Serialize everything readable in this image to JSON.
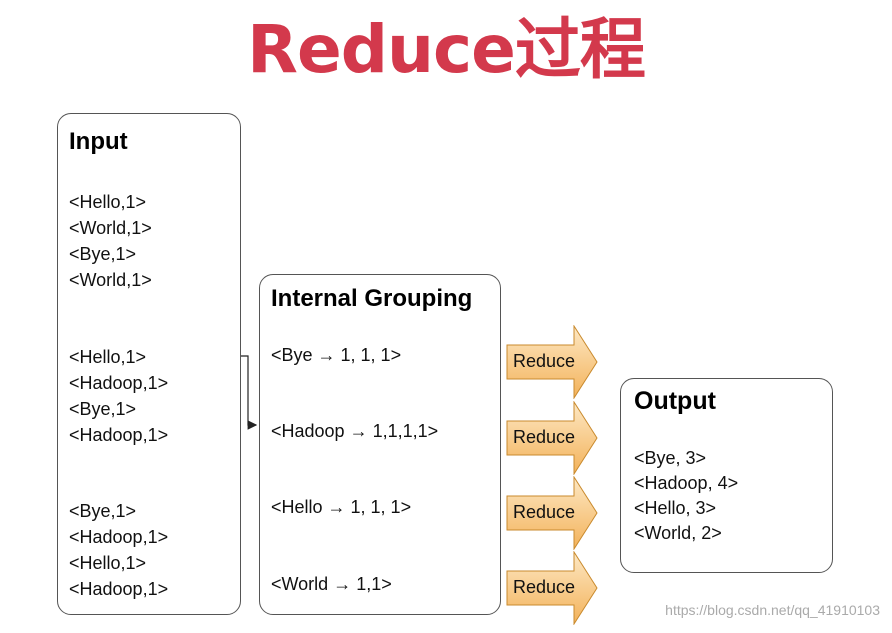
{
  "title": "Reduce过程",
  "input": {
    "title": "Input",
    "groups": [
      [
        "<Hello,1>",
        "<World,1>",
        "<Bye,1>",
        "<World,1>"
      ],
      [
        "<Hello,1>",
        "<Hadoop,1>",
        "<Bye,1>",
        "<Hadoop,1>"
      ],
      [
        "<Bye,1>",
        "<Hadoop,1>",
        "<Hello,1>",
        "<Hadoop,1>"
      ]
    ]
  },
  "grouping": {
    "title": "Internal Grouping",
    "items": [
      "<Bye → 1, 1, 1>",
      "<Hadoop → 1,1,1,1>",
      "<Hello → 1, 1, 1>",
      "<World → 1,1>"
    ]
  },
  "reducers": [
    "Reduce",
    "Reduce",
    "Reduce",
    "Reduce"
  ],
  "output": {
    "title": "Output",
    "items": [
      "<Bye, 3>",
      "<Hadoop, 4>",
      "<Hello, 3>",
      "<World, 2>"
    ]
  },
  "watermark": "https://blog.csdn.net/qq_41910103",
  "colors": {
    "title": "#d3394c",
    "reduce_fill_top": "#fde8c4",
    "reduce_fill_bottom": "#f3b25a",
    "reduce_stroke": "#c98a2d"
  }
}
